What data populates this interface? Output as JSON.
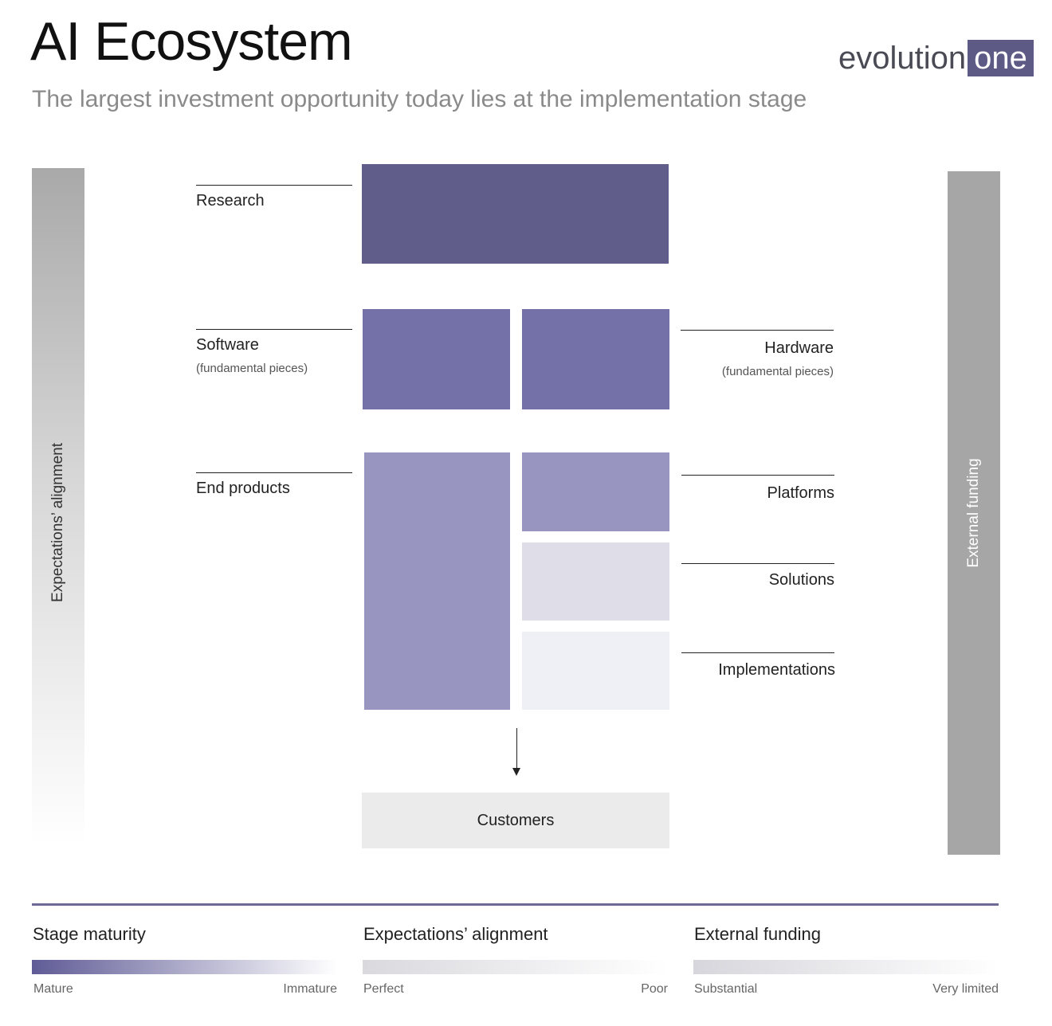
{
  "header": {
    "title": "AI Ecosystem",
    "subtitle": "The largest investment opportunity today lies at the implementation stage"
  },
  "logo": {
    "part1": "evolution",
    "part2": "one"
  },
  "side_bars": {
    "left_label": "Expectations’ alignment",
    "right_label": "External funding"
  },
  "stages": {
    "research": {
      "label": "Research"
    },
    "software": {
      "label": "Software",
      "sublabel": "(fundamental pieces)"
    },
    "hardware": {
      "label": "Hardware",
      "sublabel": "(fundamental pieces)"
    },
    "end_products": {
      "label": "End products"
    },
    "platforms": {
      "label": "Platforms"
    },
    "solutions": {
      "label": "Solutions"
    },
    "implementations": {
      "label": "Implementations"
    }
  },
  "customers": {
    "label": "Customers"
  },
  "legend": [
    {
      "title": "Stage maturity",
      "start": "Mature",
      "end": "Immature",
      "color_start": "#5f5b96",
      "color_end": "#ffffff"
    },
    {
      "title": "Expectations’ alignment",
      "start": "Perfect",
      "end": "Poor",
      "color_start": "#d9d9de",
      "color_end": "#ffffff"
    },
    {
      "title": "External funding",
      "start": "Substantial",
      "end": "Very limited",
      "color_start": "#d6d6dc",
      "color_end": "#ffffff"
    }
  ],
  "colors": {
    "research": "#615d8b",
    "fundamental": "#7471a9",
    "end_products": "#9896c0",
    "solutions": "#dedde8",
    "implementations": "#efeff6",
    "customers": "#ebebeb",
    "accent": "#6d6a96"
  }
}
